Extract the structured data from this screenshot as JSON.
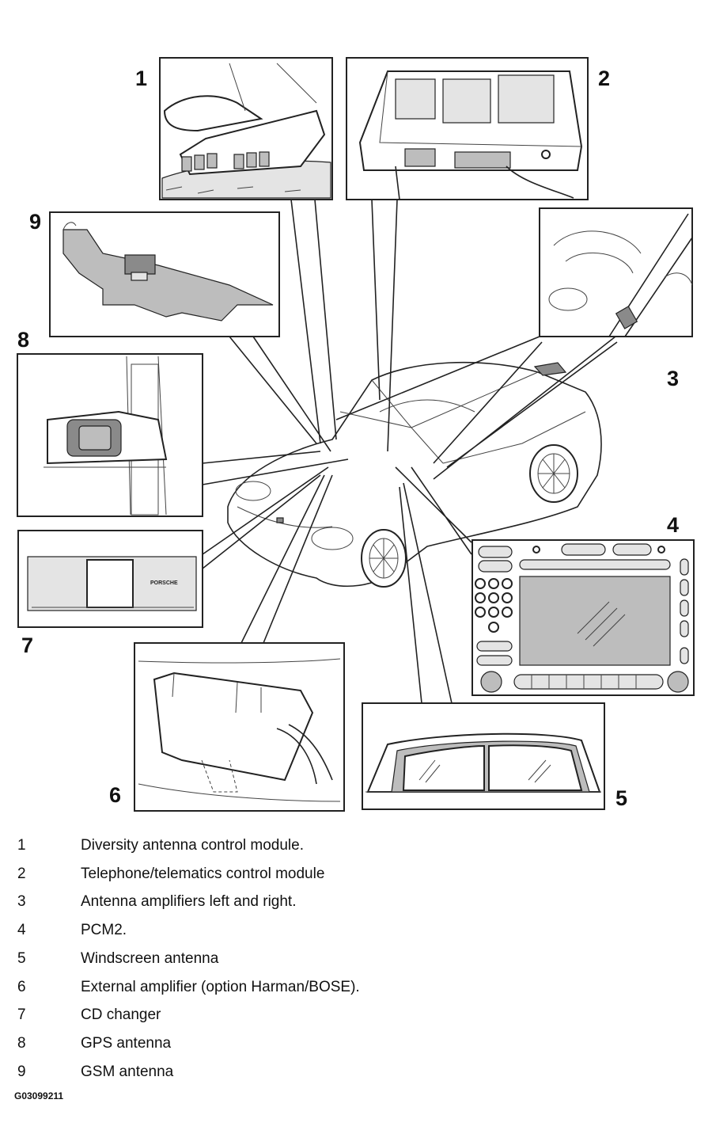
{
  "callouts": [
    "1",
    "2",
    "3",
    "4",
    "5",
    "6",
    "7",
    "8",
    "9"
  ],
  "legend": [
    {
      "num": "1",
      "text": "Diversity antenna control module."
    },
    {
      "num": "2",
      "text": "Telephone/telematics control module"
    },
    {
      "num": "3",
      "text": "Antenna amplifiers left and right."
    },
    {
      "num": "4",
      "text": "PCM2."
    },
    {
      "num": "5",
      "text": "Windscreen antenna"
    },
    {
      "num": "6",
      "text": "External amplifier (option Harman/BOSE)."
    },
    {
      "num": "7",
      "text": "CD changer"
    },
    {
      "num": "8",
      "text": "GPS antenna"
    },
    {
      "num": "9",
      "text": "GSM antenna"
    }
  ],
  "cd_brand": "PORSCHE",
  "figure_code": "G03099211"
}
